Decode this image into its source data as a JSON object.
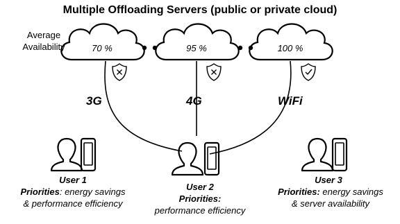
{
  "diagram": {
    "title": "Multiple Offloading Servers (public or private cloud)",
    "availability_label": "Average Availability",
    "servers": [
      {
        "availability": "70 %",
        "status_icon": "shield-x-icon"
      },
      {
        "availability": "95 %",
        "status_icon": "shield-x-icon"
      },
      {
        "availability": "100 %",
        "status_icon": "shield-check-icon"
      }
    ],
    "networks": [
      "3G",
      "4G",
      "WiFi"
    ],
    "users": [
      {
        "name": "User 1",
        "priorities_label": "Priorities",
        "priorities_text": ": energy savings",
        "priorities_text_2": "& performance efficiency"
      },
      {
        "name": "User 2",
        "priorities_label": "Priorities:",
        "priorities_text": "performance efficiency"
      },
      {
        "name": "User 3",
        "priorities_label": "Priorities:",
        "priorities_text": " energy savings",
        "priorities_text_2": "& server availability"
      }
    ]
  }
}
